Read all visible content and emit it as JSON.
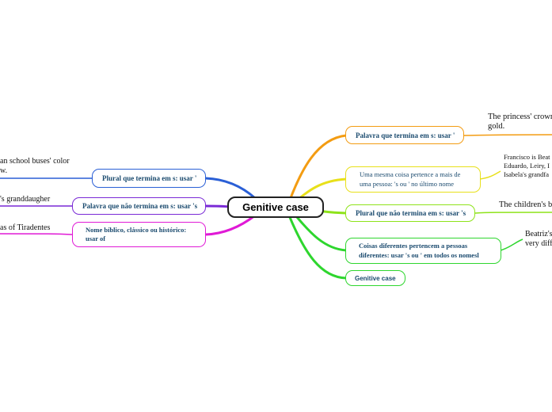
{
  "center": {
    "label": "Genitive case"
  },
  "colors": {
    "orange": "#f39c12",
    "yellow": "#e8e01a",
    "lime": "#8ee31a",
    "green": "#2ed62e",
    "blue": "#2a5fd6",
    "purple": "#7a2ad6",
    "magenta": "#e01ad6"
  },
  "right_branches": [
    {
      "label": "Palavra que termina em s: usar '",
      "detail": [
        "The princess' crown",
        "gold."
      ]
    },
    {
      "label": [
        "Uma mesma coisa pertence a mais de",
        "uma pessoa: 's ou ' no último nome"
      ],
      "detail": [
        "Francisco is Beat",
        "Eduardo, Leiry, I",
        "Isabela's grandfa"
      ]
    },
    {
      "label": "Plural que não termina em s: usar 's",
      "detail": [
        "The children's b"
      ]
    },
    {
      "label": [
        "Coisas diferentes pertencem a pessoas",
        "diferentes: usar 's ou ' em todos os nomesl"
      ],
      "detail": [
        "Beatriz's",
        "very diffe"
      ]
    },
    {
      "label": "Genitive case"
    }
  ],
  "left_branches": [
    {
      "label": "Plural que termina em s: usar '",
      "detail": [
        "an school buses' color",
        "w."
      ]
    },
    {
      "label": "Palavra que não termina em s: usar 's",
      "detail": [
        "'s granddaugher"
      ]
    },
    {
      "label": [
        "Nome bíblico, clássico ou histórico:",
        "usar of"
      ],
      "detail": [
        "as of Tiradentes"
      ]
    }
  ]
}
